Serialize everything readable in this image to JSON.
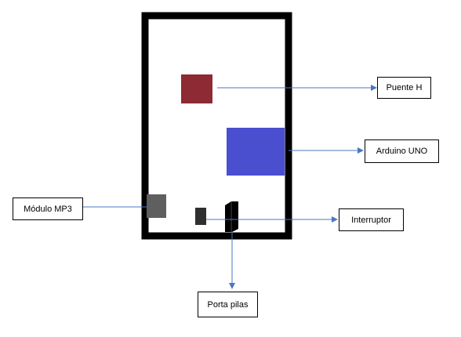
{
  "labels": {
    "puente_h": "Puente H",
    "arduino_uno": "Arduino UNO",
    "modulo_mp3": "Módulo MP3",
    "interruptor": "Interruptor",
    "porta_pilas": "Porta pilas"
  },
  "colors": {
    "enclosure_border": "#000000",
    "puente_h": "#8e2a33",
    "arduino_uno": "#4a4fd0",
    "modulo_mp3": "#5f5f5f",
    "interruptor": "#2f2f2f",
    "porta_pilas": "#000000",
    "arrow": "#4a77c2"
  }
}
